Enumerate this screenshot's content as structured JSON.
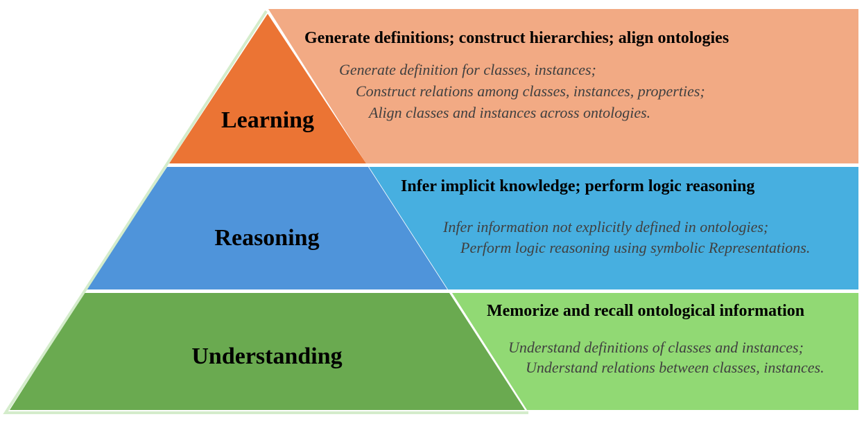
{
  "colors": {
    "learning_triangle": "#EB7434",
    "learning_panel": "#F2AA84",
    "reasoning_triangle": "#4F94DA",
    "reasoning_panel": "#47AFE0",
    "understanding_triangle": "#6AAA50",
    "understanding_panel": "#91D974",
    "separator": "#FFFFFF",
    "outer_edge": "#D4ECCB"
  },
  "levels": {
    "learning": {
      "label": "Learning",
      "heading": "Generate definitions; construct hierarchies; align ontologies",
      "details": [
        "Generate definition for classes, instances;",
        "Construct relations among classes, instances, properties;",
        "Align classes and instances across ontologies."
      ]
    },
    "reasoning": {
      "label": "Reasoning",
      "heading": "Infer implicit knowledge; perform logic reasoning",
      "details": [
        "Infer information not explicitly defined in ontologies;",
        "Perform logic reasoning using symbolic Representations."
      ]
    },
    "understanding": {
      "label": "Understanding",
      "heading": "Memorize and recall ontological information",
      "details": [
        "Understand definitions of classes and instances;",
        "Understand relations between classes, instances."
      ]
    }
  }
}
